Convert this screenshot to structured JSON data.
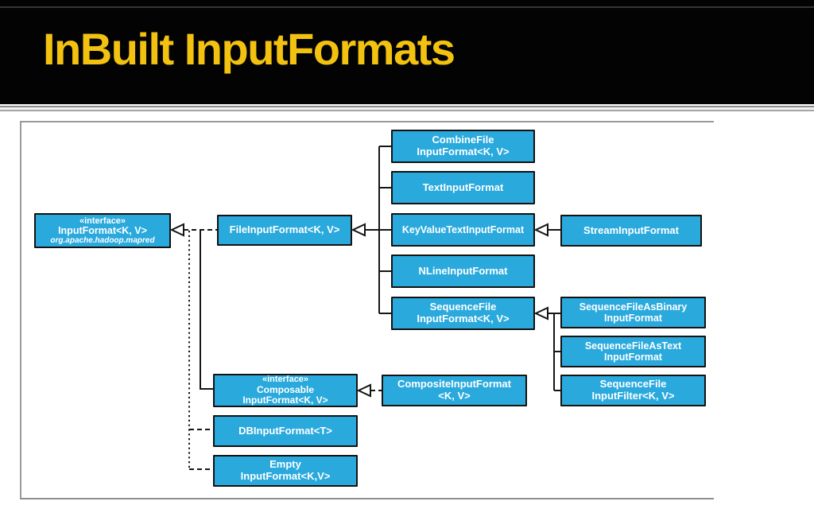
{
  "slide": {
    "title": "InBuilt InputFormats"
  },
  "colors": {
    "title": "#f3c211",
    "box-fill": "#2aa9dd",
    "box-text": "#ffffff",
    "line": "#161616"
  },
  "diagram": {
    "nodes": {
      "inputformat": {
        "lines": [
          "«interface»",
          "InputFormat<K, V>",
          "org.apache.hadoop.mapred"
        ]
      },
      "fileinputformat": {
        "lines": [
          "FileInputFormat<K, V>"
        ]
      },
      "combinefile": {
        "lines": [
          "CombineFile",
          "InputFormat<K, V>"
        ]
      },
      "textinputformat": {
        "lines": [
          "TextInputFormat"
        ]
      },
      "keyvaluetextinputformat": {
        "lines": [
          "KeyValueTextInputFormat"
        ]
      },
      "nlineinputformat": {
        "lines": [
          "NLineInputFormat"
        ]
      },
      "sequencefileinputformat": {
        "lines": [
          "SequenceFile",
          "InputFormat<K, V>"
        ]
      },
      "streaminputformat": {
        "lines": [
          "StreamInputFormat"
        ]
      },
      "sequencefileasbinary": {
        "lines": [
          "SequenceFileAsBinary",
          "InputFormat"
        ]
      },
      "sequencefileastext": {
        "lines": [
          "SequenceFileAsText",
          "InputFormat"
        ]
      },
      "sequencefileinputfilter": {
        "lines": [
          "SequenceFile",
          "InputFilter<K, V>"
        ]
      },
      "composableinputformat": {
        "lines": [
          "«interface»",
          "Composable",
          "InputFormat<K, V>"
        ]
      },
      "compositeinputformat": {
        "lines": [
          "CompositeInputFormat",
          "<K, V>"
        ]
      },
      "dbinputformat": {
        "lines": [
          "DBInputFormat<T>"
        ]
      },
      "emptyinputformat": {
        "lines": [
          "Empty",
          "InputFormat<K,V>"
        ]
      }
    }
  }
}
